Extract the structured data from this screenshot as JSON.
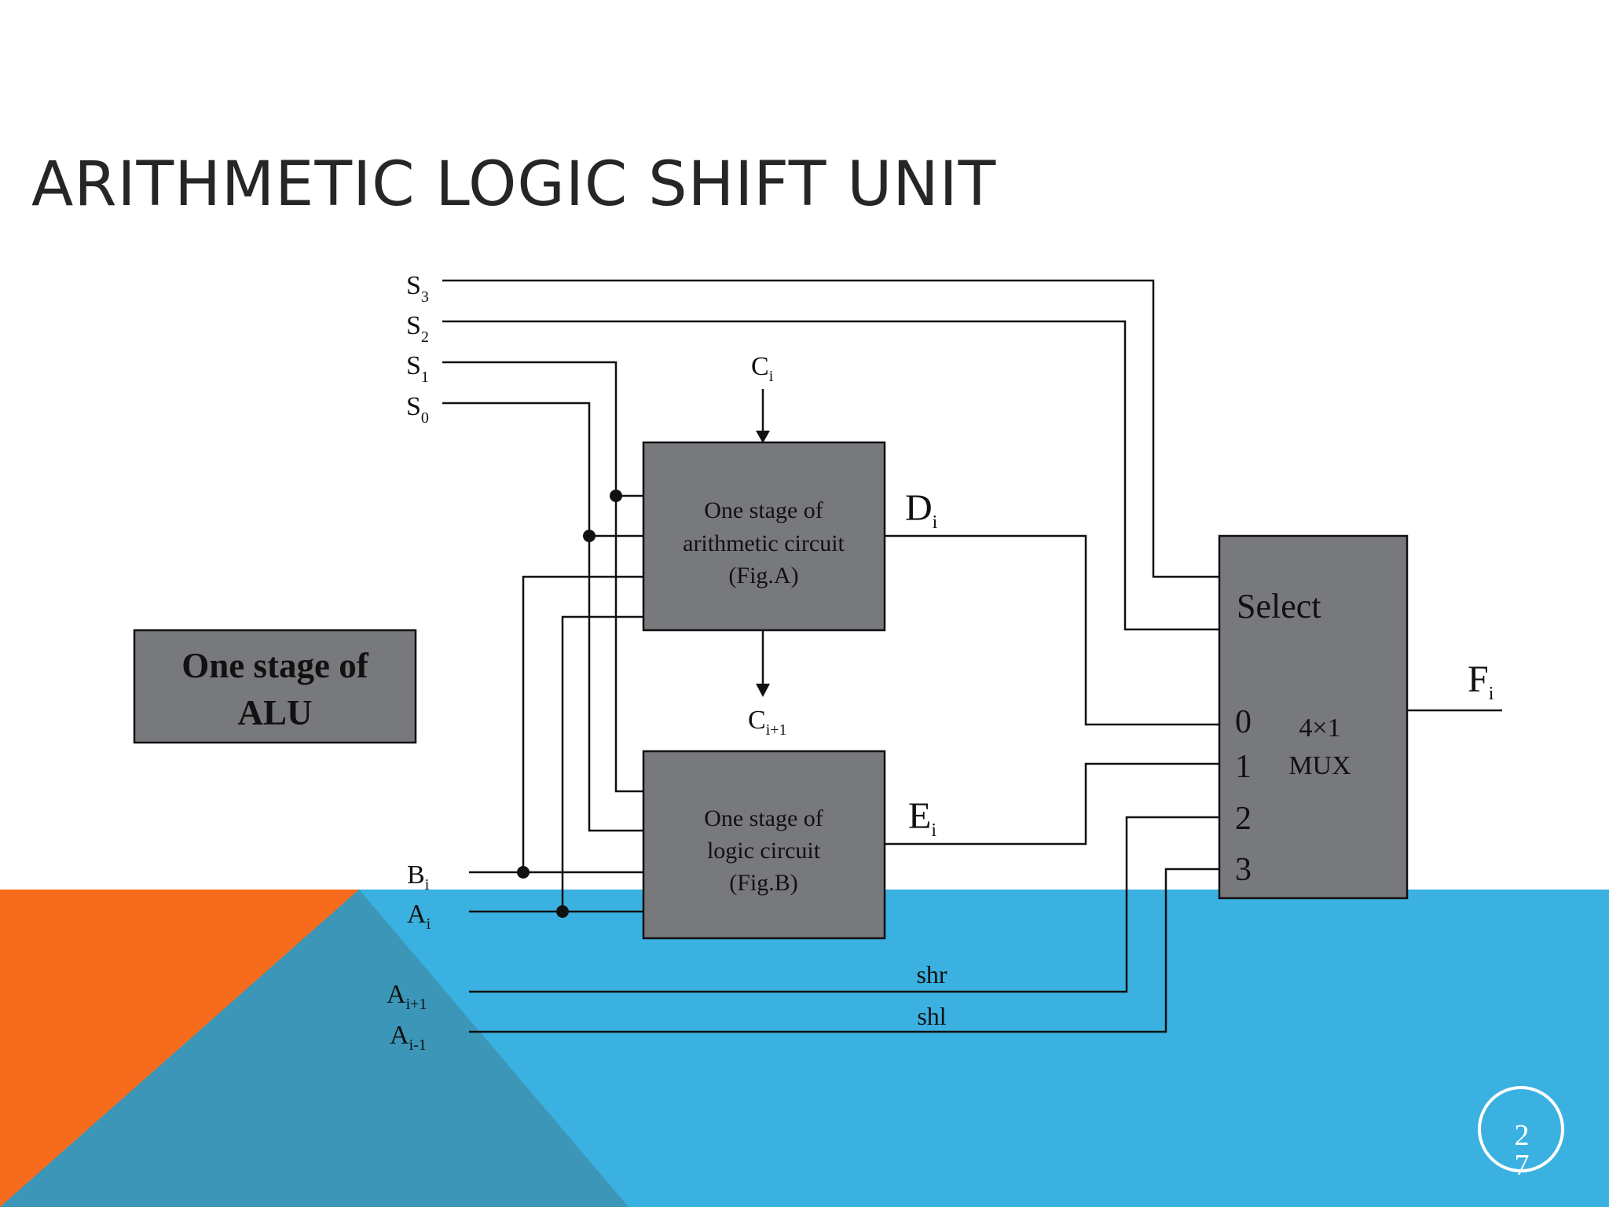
{
  "slide": {
    "title": "ARITHMETIC LOGIC SHIFT UNIT",
    "page_number": "27",
    "colors": {
      "accent_orange": "#F76B1C",
      "accent_blue": "#3AB1E0",
      "accent_teal": "#3B96B8",
      "box_gray": "#78797C"
    }
  },
  "diagram": {
    "alu_label": {
      "line1": "One stage of",
      "line2": "ALU"
    },
    "arith_box": {
      "line1": "One stage of",
      "line2": "arithmetic circuit",
      "line3": "(Fig.A)"
    },
    "logic_box": {
      "line1": "One stage of",
      "line2": "logic circuit",
      "line3": "(Fig.B)"
    },
    "mux_box": {
      "select": "Select",
      "type_line1": "4×1",
      "type_line2": "MUX",
      "inputs": [
        "0",
        "1",
        "2",
        "3"
      ]
    },
    "signals": {
      "s3": {
        "base": "S",
        "sub": "3"
      },
      "s2": {
        "base": "S",
        "sub": "2"
      },
      "s1": {
        "base": "S",
        "sub": "1"
      },
      "s0": {
        "base": "S",
        "sub": "0"
      },
      "ci": {
        "base": "C",
        "sub": "i"
      },
      "ci1": {
        "base": "C",
        "sub": "i+1"
      },
      "di": {
        "base": "D",
        "sub": "i"
      },
      "ei": {
        "base": "E",
        "sub": "i"
      },
      "fi": {
        "base": "F",
        "sub": "i"
      },
      "bi": {
        "base": "B",
        "sub": "i"
      },
      "ai": {
        "base": "A",
        "sub": "i"
      },
      "aip1": {
        "base": "A",
        "sub": "i+1"
      },
      "aim1": {
        "base": "A",
        "sub": "i-1"
      }
    },
    "shr": "shr",
    "shl": "shl"
  }
}
